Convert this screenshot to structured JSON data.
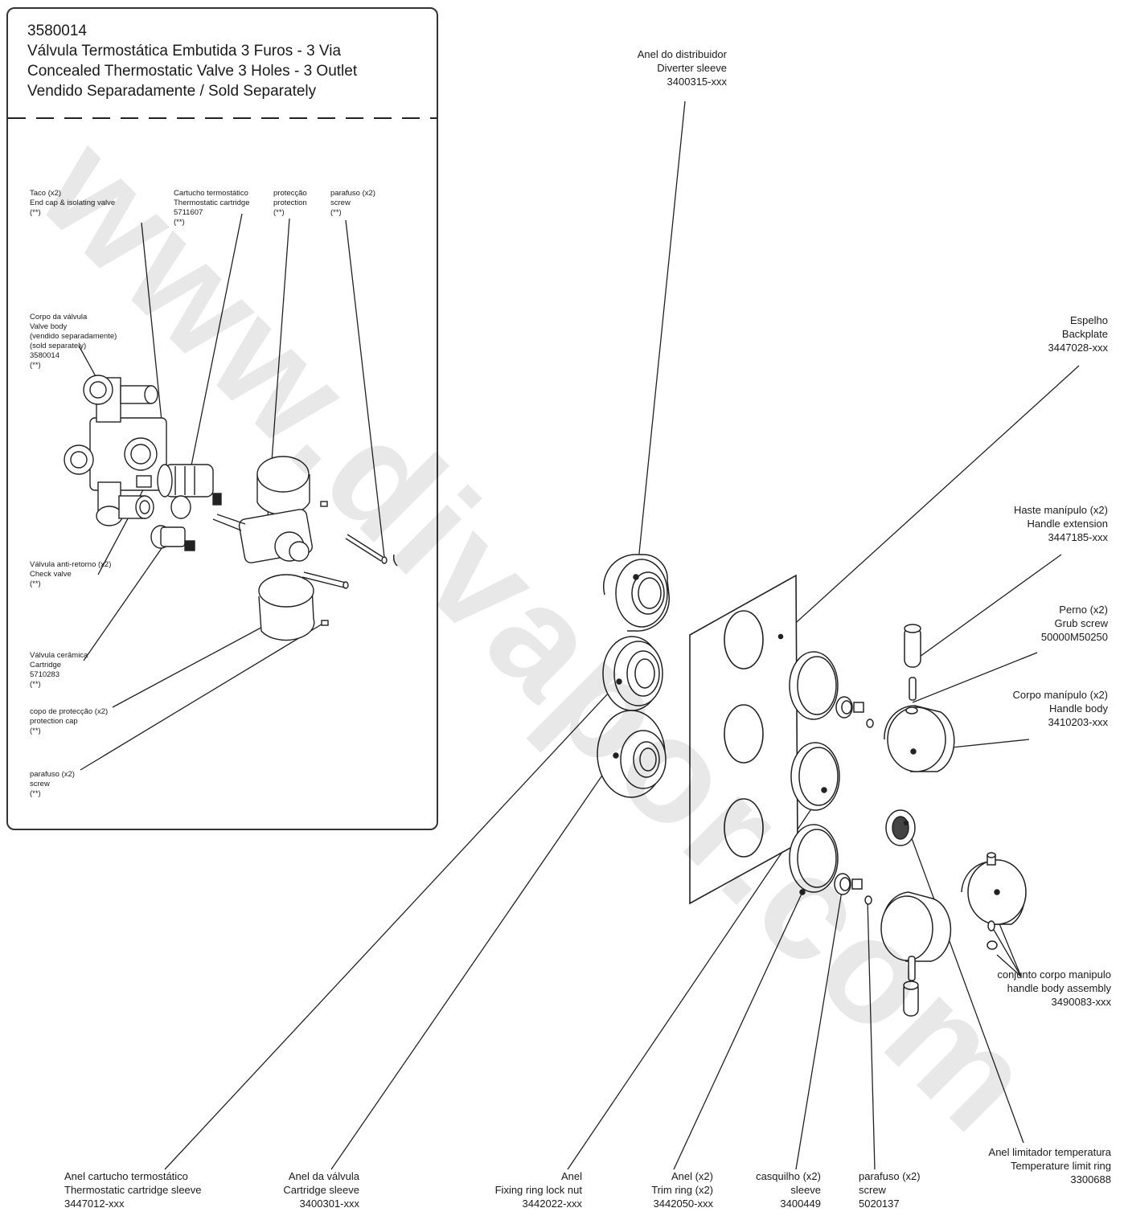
{
  "header": {
    "code": "3580014",
    "title_pt": "Válvula Termostática Embutida 3 Furos - 3 Via",
    "title_en": "Concealed Thermostatic Valve 3 Holes - 3 Outlet",
    "note": "Vendido Separadamente / Sold Separately"
  },
  "inset_labels": {
    "taco": [
      "Taco (x2)",
      "End cap & isolating valve",
      "(**)"
    ],
    "cartucho": [
      "Cartucho termostático",
      "Thermostatic cartridge",
      "5711607",
      "(**)"
    ],
    "proteccao": [
      "protecção",
      "protection",
      "(**)"
    ],
    "parafuso_top": [
      "parafuso (x2)",
      "screw",
      "(**)"
    ],
    "corpo": [
      "Corpo da válvula",
      "Valve body",
      "(vendido separadamente)",
      "(sold separately)",
      "3580014",
      "(**)"
    ],
    "antiretorno": [
      "Válvula anti-retorno (x2)",
      "Check valve",
      "(**)"
    ],
    "ceramica": [
      "Válvula cerâmica",
      "Cartridge",
      "5710283",
      "(**)"
    ],
    "copo": [
      "copo de protecção (x2)",
      "protection cap",
      "(**)"
    ],
    "parafuso_bottom": [
      "parafuso (x2)",
      "screw",
      "(**)"
    ]
  },
  "labels": {
    "diverter": [
      "Anel do distribuidor",
      "Diverter sleeve",
      "3400315-xxx"
    ],
    "backplate": [
      "Espelho",
      "Backplate",
      "3447028-xxx"
    ],
    "extension": [
      "Haste manípulo (x2)",
      "Handle extension",
      "3447185-xxx"
    ],
    "grub": [
      "Perno (x2)",
      "Grub screw",
      "50000M50250"
    ],
    "handlebody": [
      "Corpo manípulo (x2)",
      "Handle body",
      "3410203-xxx"
    ],
    "assembly": [
      "conjunto corpo manipulo",
      "handle body assembly",
      "3490083-xxx"
    ],
    "limitring": [
      "Anel limitador temperatura",
      "Temperature limit ring",
      "3300688"
    ],
    "cartsleeve": [
      "Anel cartucho termostático",
      "Thermostatic cartridge sleeve",
      "3447012-xxx"
    ],
    "valvesleeve": [
      "Anel da válvula",
      "Cartridge sleeve",
      "3400301-xxx"
    ],
    "locknut": [
      "Anel",
      "Fixing ring lock nut",
      "3442022-xxx"
    ],
    "trimring": [
      "Anel (x2)",
      "Trim ring (x2)",
      "3442050-xxx"
    ],
    "casquilho": [
      "casquilho (x2)",
      "sleeve",
      "3400449"
    ],
    "screw": [
      "parafuso (x2)",
      "screw",
      "5020137"
    ]
  },
  "watermark": "www.divapor.com"
}
